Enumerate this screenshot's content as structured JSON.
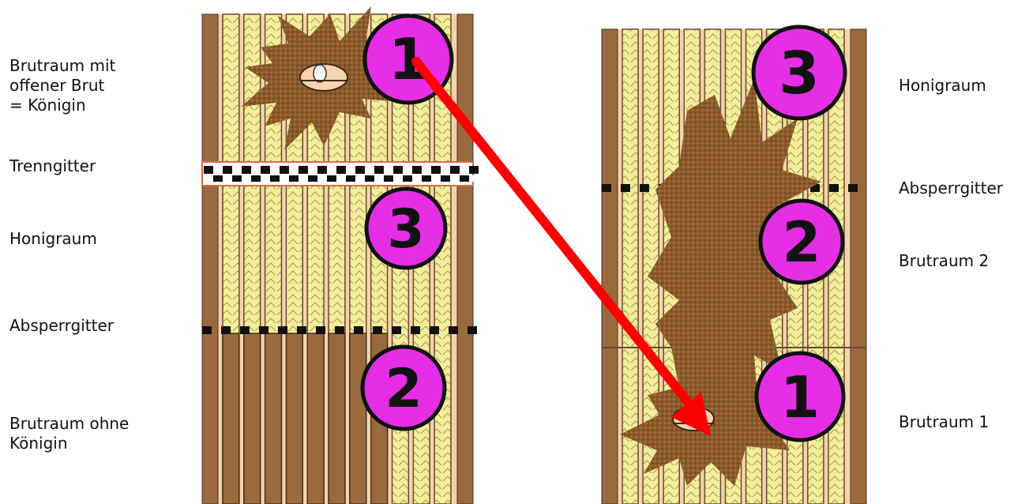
{
  "left_labels": {
    "brood_with_queen": "Brutraum mit\noffener Brut\n= Königin",
    "separator_grid": "Trenngitter",
    "honey_room": "Honigraum",
    "queen_excluder": "Absperrgitter",
    "brood_without_queen": "Brutraum ohne\nKönigin"
  },
  "right_labels": {
    "honey_room": "Honigraum",
    "queen_excluder": "Absperrgitter",
    "brood_room_2": "Brutraum 2",
    "brood_room_1": "Brutraum 1"
  },
  "badges": {
    "left_top": "1",
    "left_middle": "3",
    "left_bottom": "2",
    "right_top": "3",
    "right_middle": "2",
    "right_bottom": "1"
  },
  "colors": {
    "hive_wood": "#9a6a3e",
    "hive_light": "#f5d4ad",
    "comb_yellow": "#f3ee9c",
    "brood": "#8a5a2c",
    "badge_fill": "#e62ee6",
    "arrow": "#ff0000"
  }
}
